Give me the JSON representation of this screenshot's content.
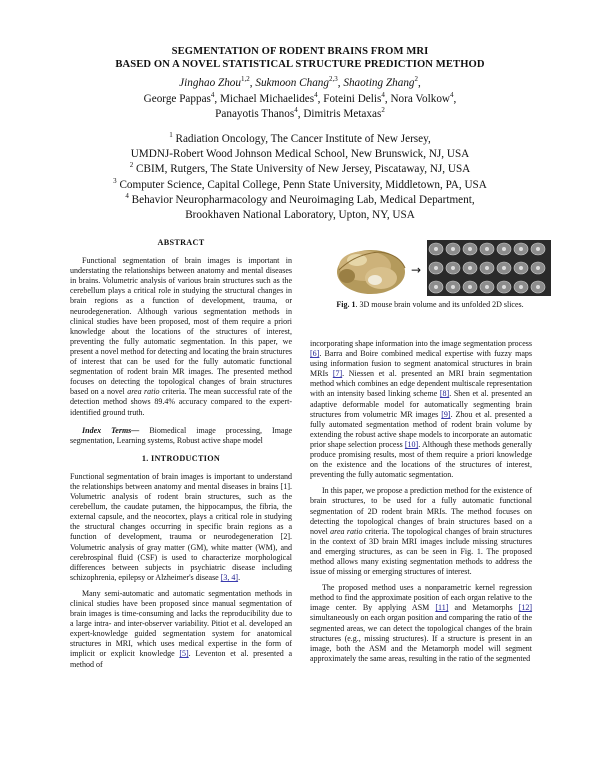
{
  "title": {
    "line1": "SEGMENTATION OF RODENT BRAINS FROM MRI",
    "line2": "BASED ON A NOVEL STATISTICAL STRUCTURE PREDICTION METHOD"
  },
  "authors": [
    {
      "name": "Jinghao Zhou",
      "sup": "1,2"
    },
    {
      "name": "Sukmoon Chang",
      "sup": "2,3"
    },
    {
      "name": "Shaoting Zhang",
      "sup": "2"
    },
    {
      "name": "George Pappas",
      "sup": "4"
    },
    {
      "name": "Michael Michaelides",
      "sup": "4"
    },
    {
      "name": "Foteini Delis",
      "sup": "4"
    },
    {
      "name": "Nora Volkow",
      "sup": "4"
    },
    {
      "name": "Panayotis Thanos",
      "sup": "4"
    },
    {
      "name": "Dimitris Metaxas",
      "sup": "2"
    }
  ],
  "affiliations": [
    {
      "sup": "1",
      "lines": [
        "Radiation Oncology, The Cancer Institute of New Jersey,",
        "UMDNJ-Robert Wood Johnson Medical School, New Brunswick, NJ, USA"
      ]
    },
    {
      "sup": "2",
      "lines": [
        "CBIM, Rutgers, The State University of New Jersey, Piscataway, NJ, USA"
      ]
    },
    {
      "sup": "3",
      "lines": [
        "Computer Science, Capital College, Penn State University, Middletown, PA, USA"
      ]
    },
    {
      "sup": "4",
      "lines": [
        "Behavior Neuropharmacology and Neuroimaging Lab, Medical Department,",
        "Brookhaven National Laboratory, Upton, NY, USA"
      ]
    }
  ],
  "abstract": {
    "heading": "ABSTRACT",
    "text_a": "Functional segmentation of brain images is important in understating the relationships between anatomy and mental diseases in brains. Volumetric analysis of various brain structures such as the cerebellum plays a critical role in studying the structural changes in brain regions as a function of development, trauma, or neurodegeneration. Although various segmentation methods in clinical studies have been proposed, most of them require a priori knowledge about the locations of the structures of interest, preventing the fully automatic segmentation. In this paper, we present a novel method for detecting and locating the brain structures of interest that can be used for the fully automatic functional segmentation of rodent brain MR images. The presented method focuses on detecting the topological changes of brain structures based on a novel",
    "text_italic": "area ratio",
    "text_b": "criteria. The mean successful rate of the detection method shows 89.4% accuracy compared to the expert-identified ground truth."
  },
  "index_terms": {
    "label": "Index Terms—",
    "text": "Biomedical image processing, Image segmentation, Learning systems, Robust active shape model"
  },
  "intro": {
    "heading": "1. INTRODUCTION",
    "p1_a": "Functional segmentation of brain images is important to understand the relationships between anatomy and mental diseases in brains [1]. Volumetric analysis of rodent brain structures, such as the cerebellum, the caudate putamen, the hippocampus, the fibria, the external capsule, and the neocortex, plays a critical role in studying the structural changes occurring in specific brain regions as a function of development, trauma or neurodegeneration [2]. Volumetric analysis of gray matter (GM), white matter (WM), and cerebrospinal fluid (CSF) is used to characterize morphological differences between subjects in psychiatric disease including schizophrenia, epilepsy or Alzheimer's disease",
    "p1_cite": "[3, 4]",
    "p1_b": ".",
    "p2_a": "Many semi-automatic and automatic segmentation methods in clinical studies have been proposed since manual segmentation of brain images is time-consuming and lacks the reproducibility due to a large intra- and inter-observer variability. Pitiot et al. developed an expert-knowledge guided segmentation system for anatomical structures in MRI, which uses medical expertise in the form of implicit or explicit knowledge",
    "p2_cite": "[5]",
    "p2_b": ". Leventon et al. presented a method of"
  },
  "right_col": {
    "p1_a": "incorporating shape information into the image segmentation process",
    "p1_cite1": "[6]",
    "p1_b": ". Barra and Boire combined medical expertise with fuzzy maps using information fusion to segment anatomical structures in brain MRIs",
    "p1_cite2": "[7]",
    "p1_c": ". Niessen et al. presented an MRI brain segmentation method which combines an edge dependent multiscale representation with an intensity based linking scheme",
    "p1_cite3": "[8]",
    "p1_d": ". Shen et al. presented an adaptive deformable model for automatically segmenting brain structures from volumetric MR images",
    "p1_cite4": "[9]",
    "p1_e": ". Zhou et al. presented a fully automated segmentation method of rodent brain volume by extending the robust active shape models to incorporate an automatic prior shape selection process",
    "p1_cite5": "[10]",
    "p1_f": ". Although these methods generally produce promising results, most of them require a priori knowledge on the existence and the locations of the structures of interest, preventing the fully automatic segmentation.",
    "p2_a": "In this paper, we propose a prediction method for the existence of brain structures, to be used for a fully automatic functional segmentation of 2D rodent brain MRIs. The method focuses on detecting the topological changes of brain structures based on a novel",
    "p2_italic": "area ratio",
    "p2_b": "criteria. The topological changes of brain structures in the context of 3D brain MRI images include missing structures and emerging structures, as can be seen in Fig. 1. The proposed method allows many existing segmentation methods to address the issue of missing or emerging structures of interest.",
    "p3_a": "The proposed method uses a nonparametric kernel regression method to find the approximate position of each organ relative to the image center. By applying ASM",
    "p3_cite1": "[11]",
    "p3_b": "and Metamorphs",
    "p3_cite2": "[12]",
    "p3_c": "simultaneously on each organ position and comparing the ratio of the segmented areas, we can detect the topological changes of the brain structures (e.g., missing structures). If a structure is present in an image, both the ASM and the Metamorph model will segment approximately the same areas, resulting in the ratio of the segmented"
  },
  "figure": {
    "label": "Fig. 1",
    "caption": ". 3D mouse brain volume and its unfolded 2D slices.",
    "arrow": "→"
  }
}
